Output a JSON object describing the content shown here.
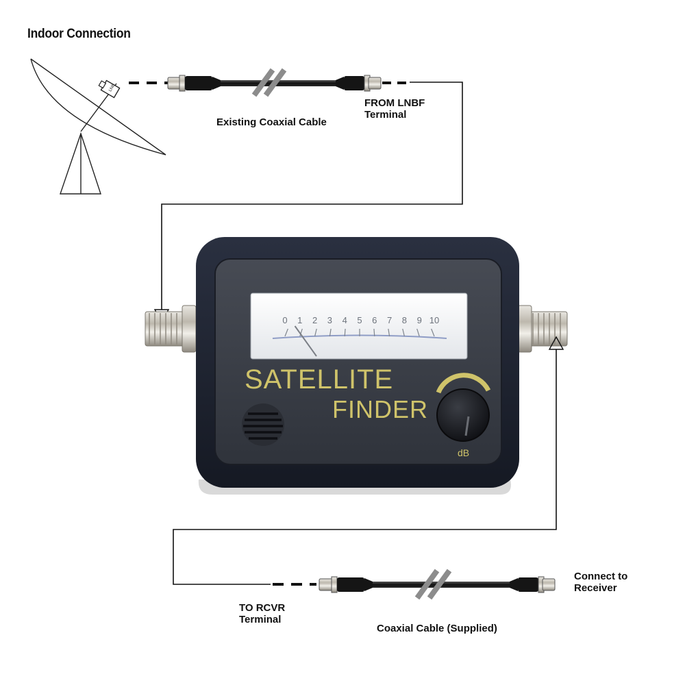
{
  "title": "Indoor Connection",
  "dish": {
    "lnb_label": "LNB"
  },
  "top_cable": {
    "label": "Existing Coaxial Cable",
    "end_label_line1": "FROM LNBF",
    "end_label_line2": "Terminal"
  },
  "device": {
    "brand_line1": "SATELLITE",
    "brand_line2": "FINDER",
    "knob_label": "dB",
    "meter_scale": [
      "0",
      "1",
      "2",
      "3",
      "4",
      "5",
      "6",
      "7",
      "8",
      "9",
      "10"
    ],
    "meter_reading": 0.3,
    "colors": {
      "body": "#1f2433",
      "panel": "#3a3e47",
      "text": "#cfc36a",
      "meter": "#f2f3f4"
    }
  },
  "bottom_cable": {
    "label": "Coaxial Cable (Supplied)",
    "start_label_line1": "TO RCVR",
    "start_label_line2": "Terminal",
    "end_label_line1": "Connect to",
    "end_label_line2": "Receiver"
  }
}
